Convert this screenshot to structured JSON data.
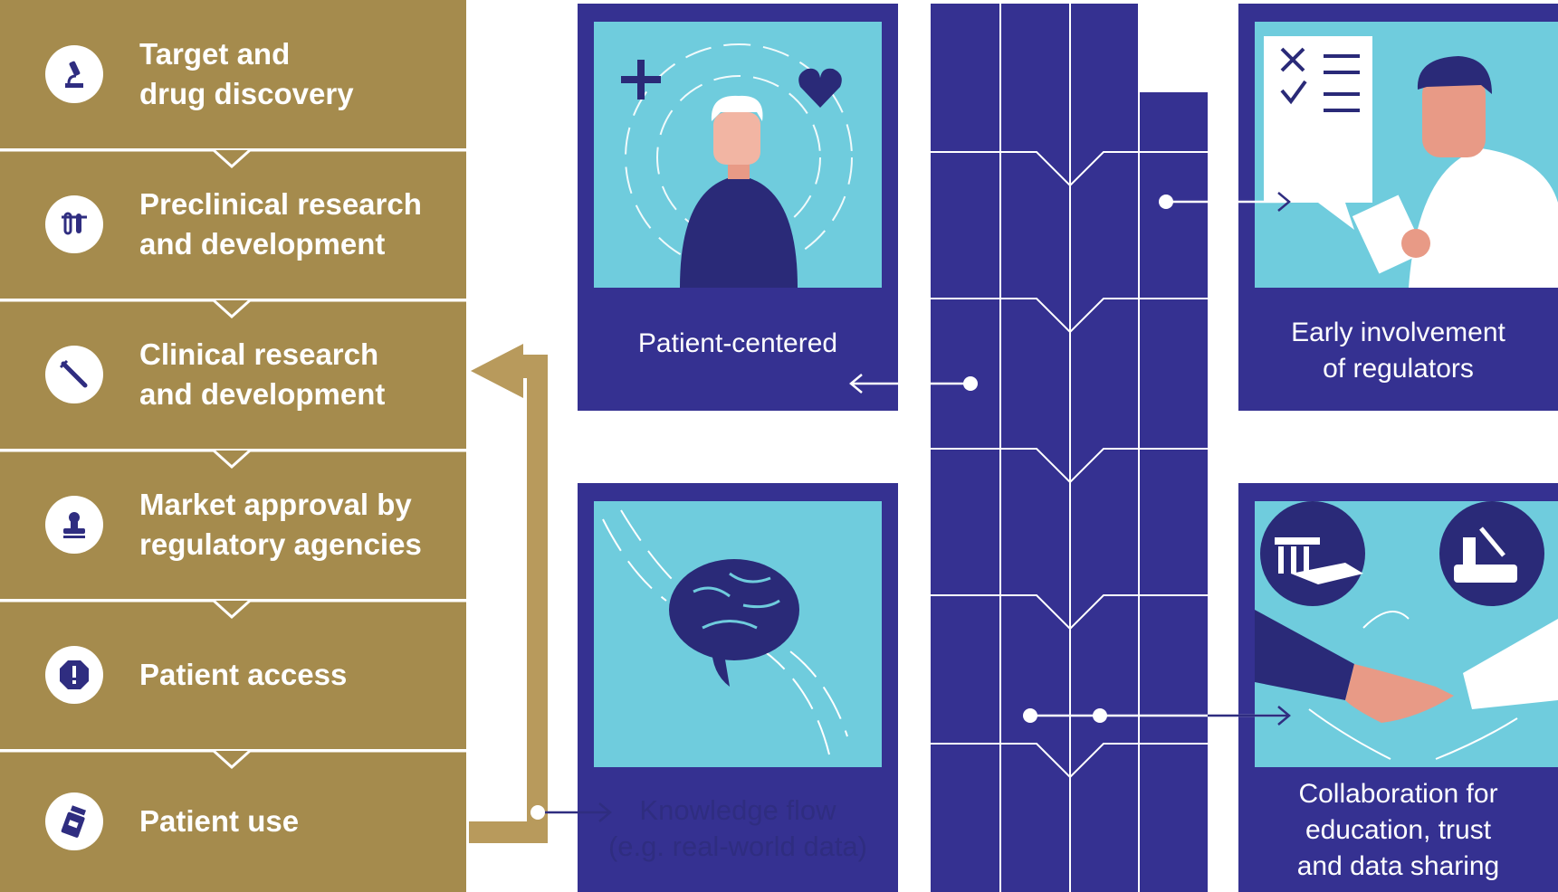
{
  "stages": [
    {
      "label": "Target and\ndrug discovery",
      "icon": "microscope-icon"
    },
    {
      "label": "Preclinical research\nand development",
      "icon": "test-tubes-icon"
    },
    {
      "label": "Clinical research\nand development",
      "icon": "syringe-icon"
    },
    {
      "label": "Market approval by\nregulatory agencies",
      "icon": "stamp-icon"
    },
    {
      "label": "Patient access",
      "icon": "alert-icon"
    },
    {
      "label": "Patient use",
      "icon": "medicine-bottle-icon"
    }
  ],
  "panels": {
    "patient_centered": {
      "caption": "Patient-centered"
    },
    "early_regulators": {
      "caption": "Early involvement\nof regulators"
    },
    "collaboration": {
      "caption": "Collaboration for\neducation, trust\nand data sharing"
    }
  },
  "knowledge_flow": {
    "caption": "Knowledge flow\n(e.g. real-world data)"
  },
  "colors": {
    "gold": "#A58B4D",
    "navy": "#353191",
    "cyan": "#6FCCDD",
    "dark_navy": "#232360"
  }
}
